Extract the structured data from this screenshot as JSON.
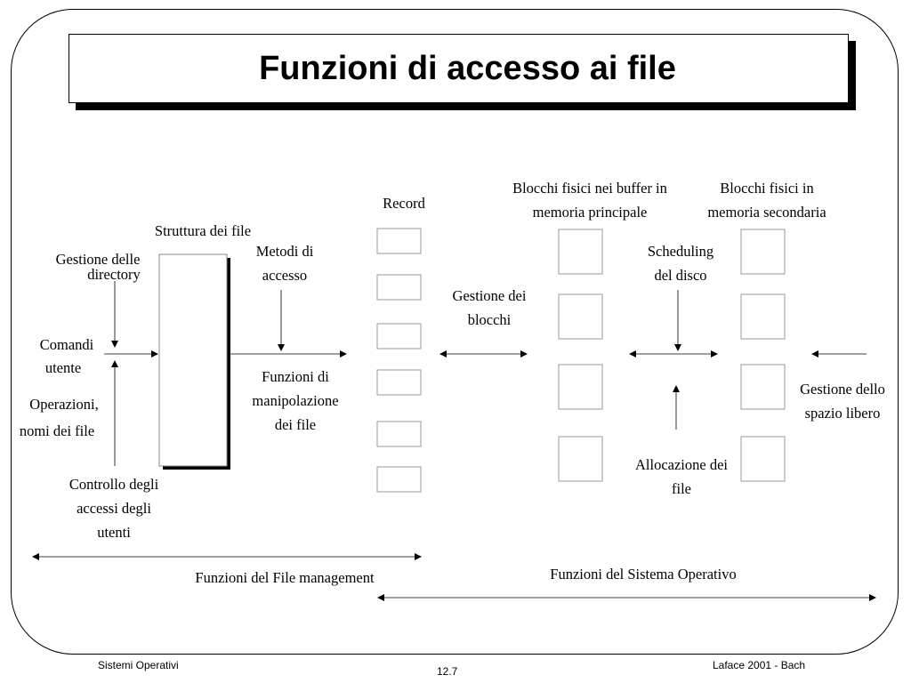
{
  "slide": {
    "title": "Funzioni di accesso ai file"
  },
  "labels": {
    "record": "Record",
    "buffer_blocks_1": "Blocchi fisici nei buffer in",
    "buffer_blocks_2": "memoria principale",
    "disk_blocks_1": "Blocchi fisici  in",
    "disk_blocks_2": "memoria secondaria",
    "file_structure": "Struttura dei file",
    "dir_mgmt_1": "Gestione delle",
    "dir_mgmt_2": "directory",
    "access_methods_1": "Metodi di",
    "access_methods_2": "accesso",
    "block_mgmt_1": "Gestione dei",
    "block_mgmt_2": "blocchi",
    "disk_sched_1": "Scheduling",
    "disk_sched_2": "del disco",
    "user_cmds_1": "Comandi",
    "user_cmds_2": "utente",
    "file_manip_1": "Funzioni di",
    "file_manip_2": "manipolazione",
    "file_manip_3": "dei file",
    "free_space_1": "Gestione dello",
    "free_space_2": "spazio libero",
    "ops_1": "Operazioni,",
    "ops_2": "nomi dei file",
    "file_alloc_1": "Allocazione dei",
    "file_alloc_2": "file",
    "access_ctrl_1": "Controllo degli",
    "access_ctrl_2": "accessi degli",
    "access_ctrl_3": "utenti",
    "file_management": "Funzioni del File management",
    "os_functions": "Funzioni del Sistema Operativo"
  },
  "footer": {
    "left": "Sistemi Operativi",
    "center": "12.7",
    "right": "Laface 2001 - Bach"
  }
}
